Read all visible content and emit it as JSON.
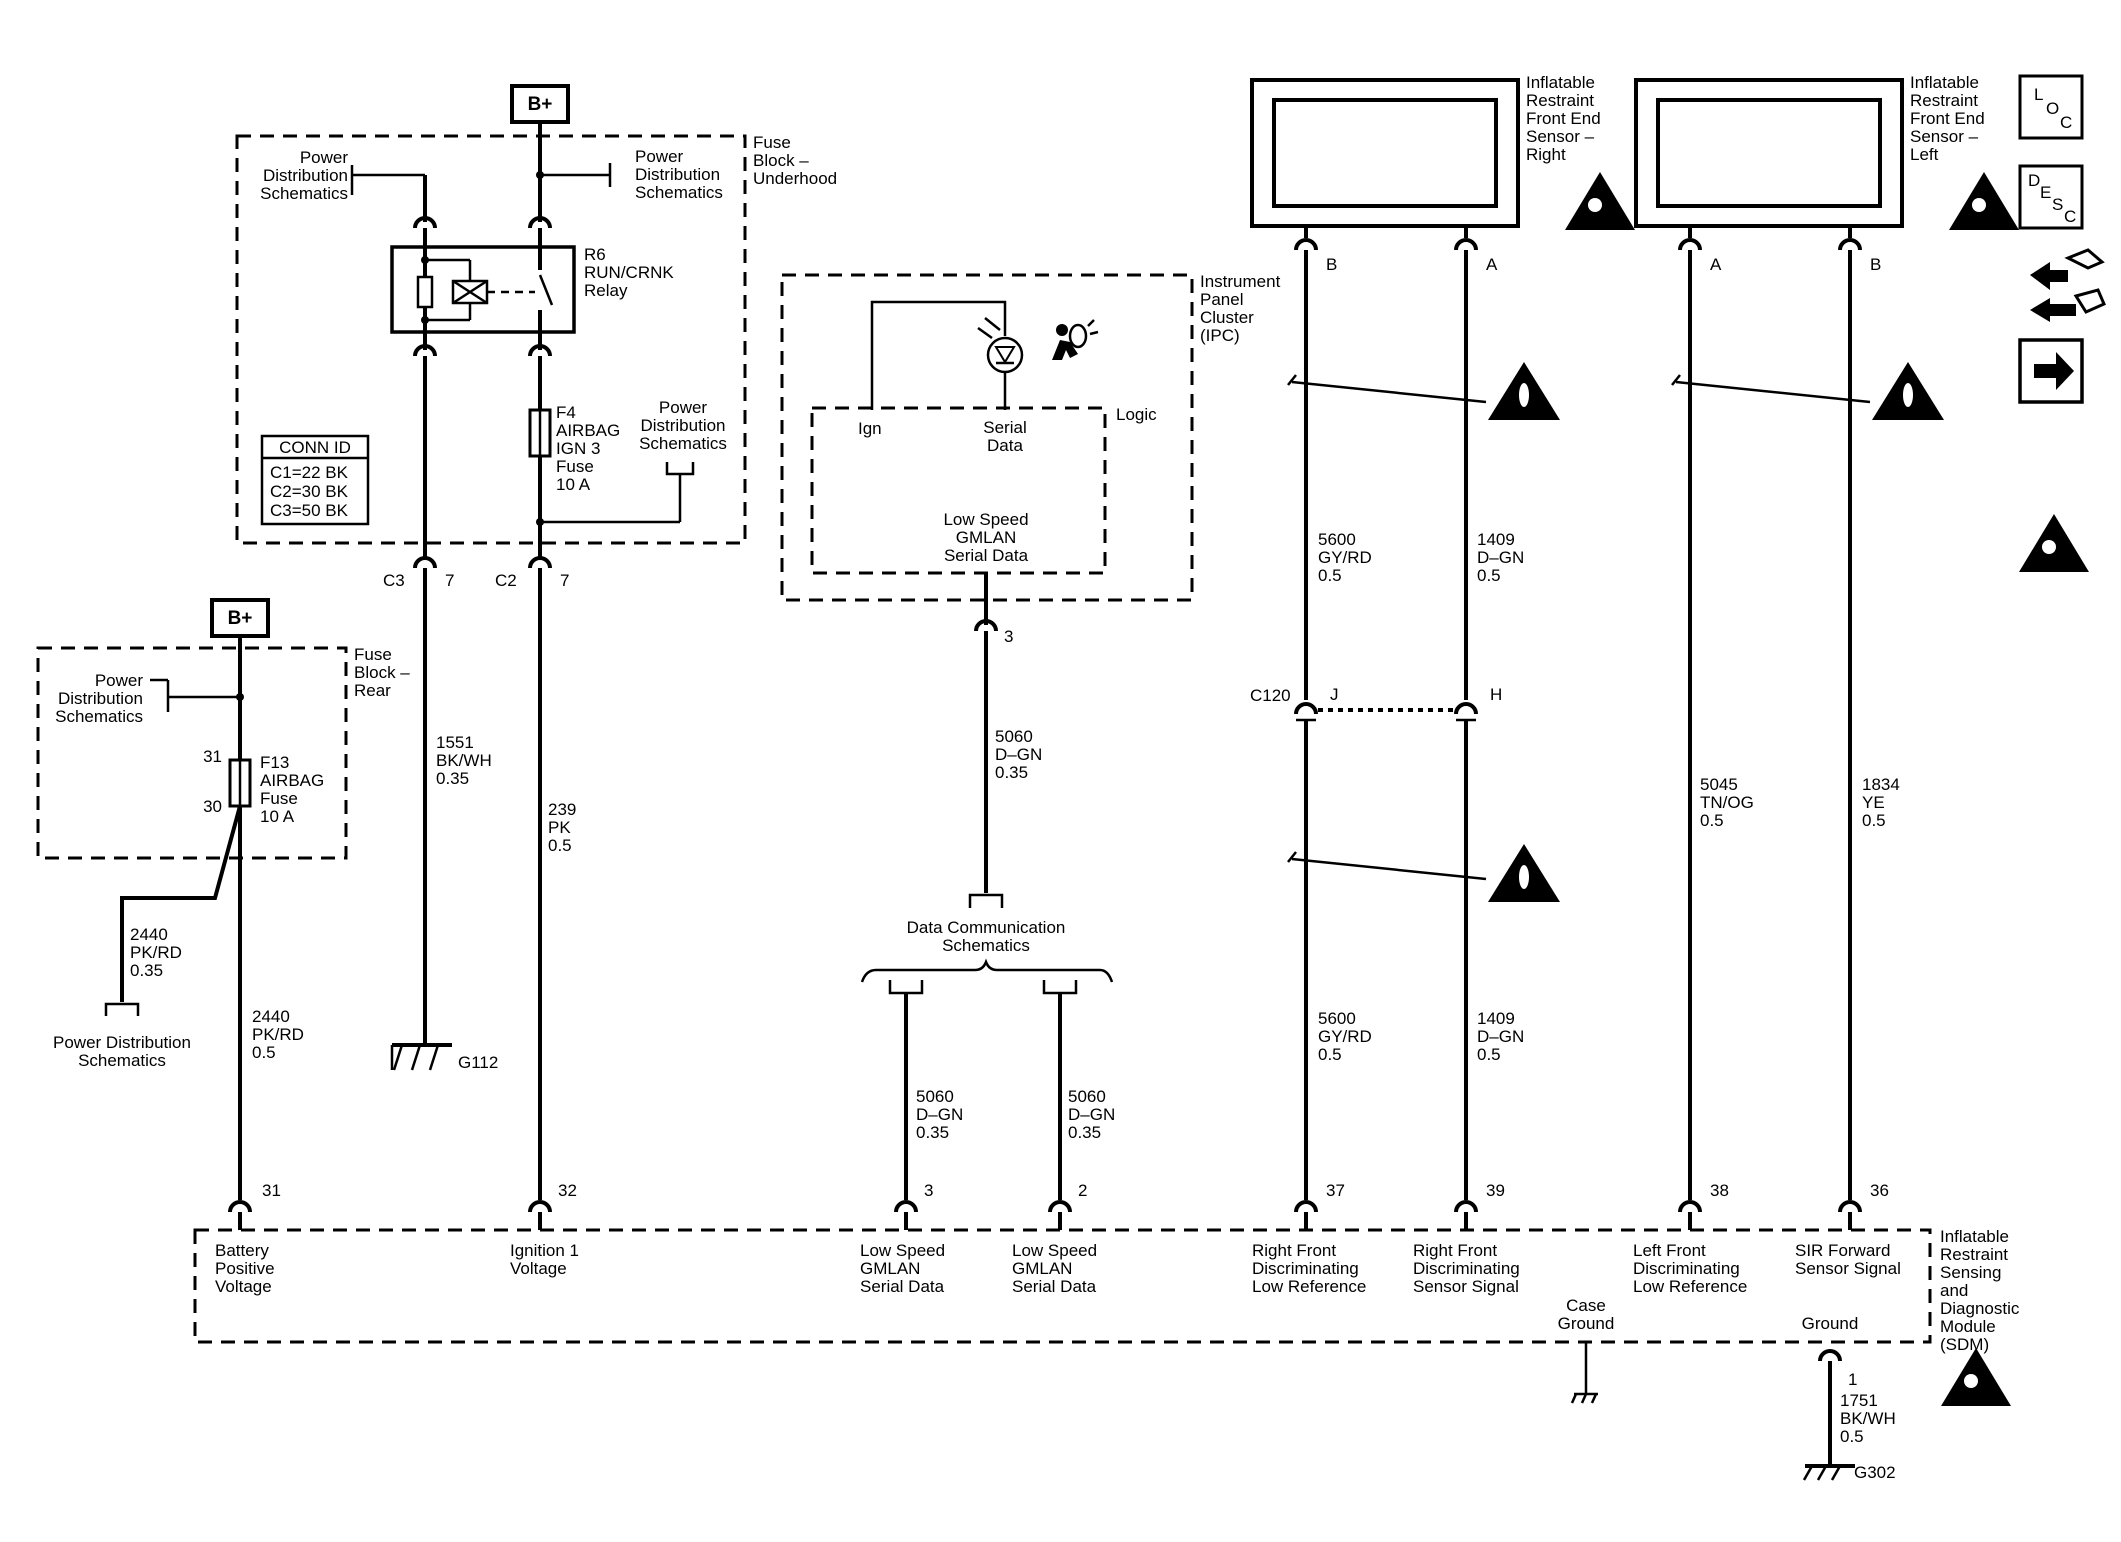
{
  "power": {
    "bplus": "B+"
  },
  "fuse_block_underhood": {
    "label": [
      "Fuse",
      "Block –",
      "Underhood"
    ],
    "pds_left": [
      "Power",
      "Distribution",
      "Schematics"
    ],
    "pds_right": [
      "Power",
      "Distribution",
      "Schematics"
    ],
    "pds_fuse": [
      "Power",
      "Distribution",
      "Schematics"
    ],
    "relay": [
      "R6",
      "RUN/CRNK",
      "Relay"
    ],
    "fuse": [
      "F4",
      "AIRBAG",
      "IGN 3",
      "Fuse",
      "10 A"
    ],
    "conn_id": {
      "title": "CONN ID",
      "rows": [
        "C1=22 BK",
        "C2=30 BK",
        "C3=50 BK"
      ]
    }
  },
  "fuse_block_rear": {
    "label": [
      "Fuse",
      "Block –",
      "Rear"
    ],
    "pds": [
      "Power",
      "Distribution",
      "Schematics"
    ],
    "fuse": [
      "F13",
      "AIRBAG",
      "Fuse",
      "10 A"
    ],
    "pin_top": "31",
    "pin_bottom": "30"
  },
  "connectors": {
    "c3": "C3",
    "c3_pin": "7",
    "c2": "C2",
    "c2_pin": "7",
    "ipc_pin": "3",
    "c120": "C120",
    "c120_j": "J",
    "c120_h": "H",
    "right_b": "B",
    "right_a": "A",
    "left_a": "A",
    "left_b": "B"
  },
  "wires": {
    "w2440_pkrd_035": [
      "2440",
      "PK/RD",
      "0.35"
    ],
    "w2440_pkrd_05": [
      "2440",
      "PK/RD",
      "0.5"
    ],
    "w1551": [
      "1551",
      "BK/WH",
      "0.35"
    ],
    "w239": [
      "239",
      "PK",
      "0.5"
    ],
    "w5060_top": [
      "5060",
      "D–GN",
      "0.35"
    ],
    "w5060_a": [
      "5060",
      "D–GN",
      "0.35"
    ],
    "w5060_b": [
      "5060",
      "D–GN",
      "0.35"
    ],
    "w5600_top": [
      "5600",
      "GY/RD",
      "0.5"
    ],
    "w1409_top": [
      "1409",
      "D–GN",
      "0.5"
    ],
    "w5600_bot": [
      "5600",
      "GY/RD",
      "0.5"
    ],
    "w1409_bot": [
      "1409",
      "D–GN",
      "0.5"
    ],
    "w5045": [
      "5045",
      "TN/OG",
      "0.5"
    ],
    "w1834": [
      "1834",
      "YE",
      "0.5"
    ],
    "w1751": [
      "1751",
      "BK/WH",
      "0.5"
    ]
  },
  "grounds": {
    "g112": "G112",
    "g302": "G302",
    "g302_pin": "1"
  },
  "pds_bottom_left": [
    "Power Distribution",
    "Schematics"
  ],
  "ipc": {
    "label": [
      "Instrument",
      "Panel",
      "Cluster",
      "(IPC)"
    ],
    "ign": "Ign",
    "serial": [
      "Serial",
      "Data"
    ],
    "logic": "Logic",
    "lowspeed": [
      "Low Speed",
      "GMLAN",
      "Serial Data"
    ]
  },
  "data_comm": [
    "Data Communication",
    "Schematics"
  ],
  "sensor_right": [
    "Inflatable",
    "Restraint",
    "Front End",
    "Sensor –",
    "Right"
  ],
  "sensor_left": [
    "Inflatable",
    "Restraint",
    "Front End",
    "Sensor –",
    "Left"
  ],
  "sdm": {
    "label": [
      "Inflatable",
      "Restraint",
      "Sensing",
      "and",
      "Diagnostic",
      "Module",
      "(SDM)"
    ],
    "pins": [
      "31",
      "32",
      "3",
      "2",
      "37",
      "39",
      "38",
      "36"
    ],
    "battery": [
      "Battery",
      "Positive",
      "Voltage"
    ],
    "ignition": [
      "Ignition 1",
      "Voltage"
    ],
    "lsgmlan1": [
      "Low Speed",
      "GMLAN",
      "Serial Data"
    ],
    "lsgmlan2": [
      "Low Speed",
      "GMLAN",
      "Serial Data"
    ],
    "rf_low": [
      "Right Front",
      "Discriminating",
      "Low Reference"
    ],
    "rf_sig": [
      "Right Front",
      "Discriminating",
      "Sensor Signal"
    ],
    "lf_low": [
      "Left Front",
      "Discriminating",
      "Low Reference"
    ],
    "sir": [
      "SIR Forward",
      "Sensor Signal"
    ],
    "case_ground": [
      "Case",
      "Ground"
    ],
    "ground": "Ground"
  },
  "nav_icons": {
    "loc": [
      "L",
      "O",
      "C"
    ],
    "desc": [
      "D",
      "E",
      "S",
      "C"
    ]
  },
  "icons": [
    "airbag-icon",
    "warning-triangle-icon",
    "loc-button-icon",
    "desc-button-icon",
    "forward-arrow-icon",
    "connector-icon"
  ]
}
